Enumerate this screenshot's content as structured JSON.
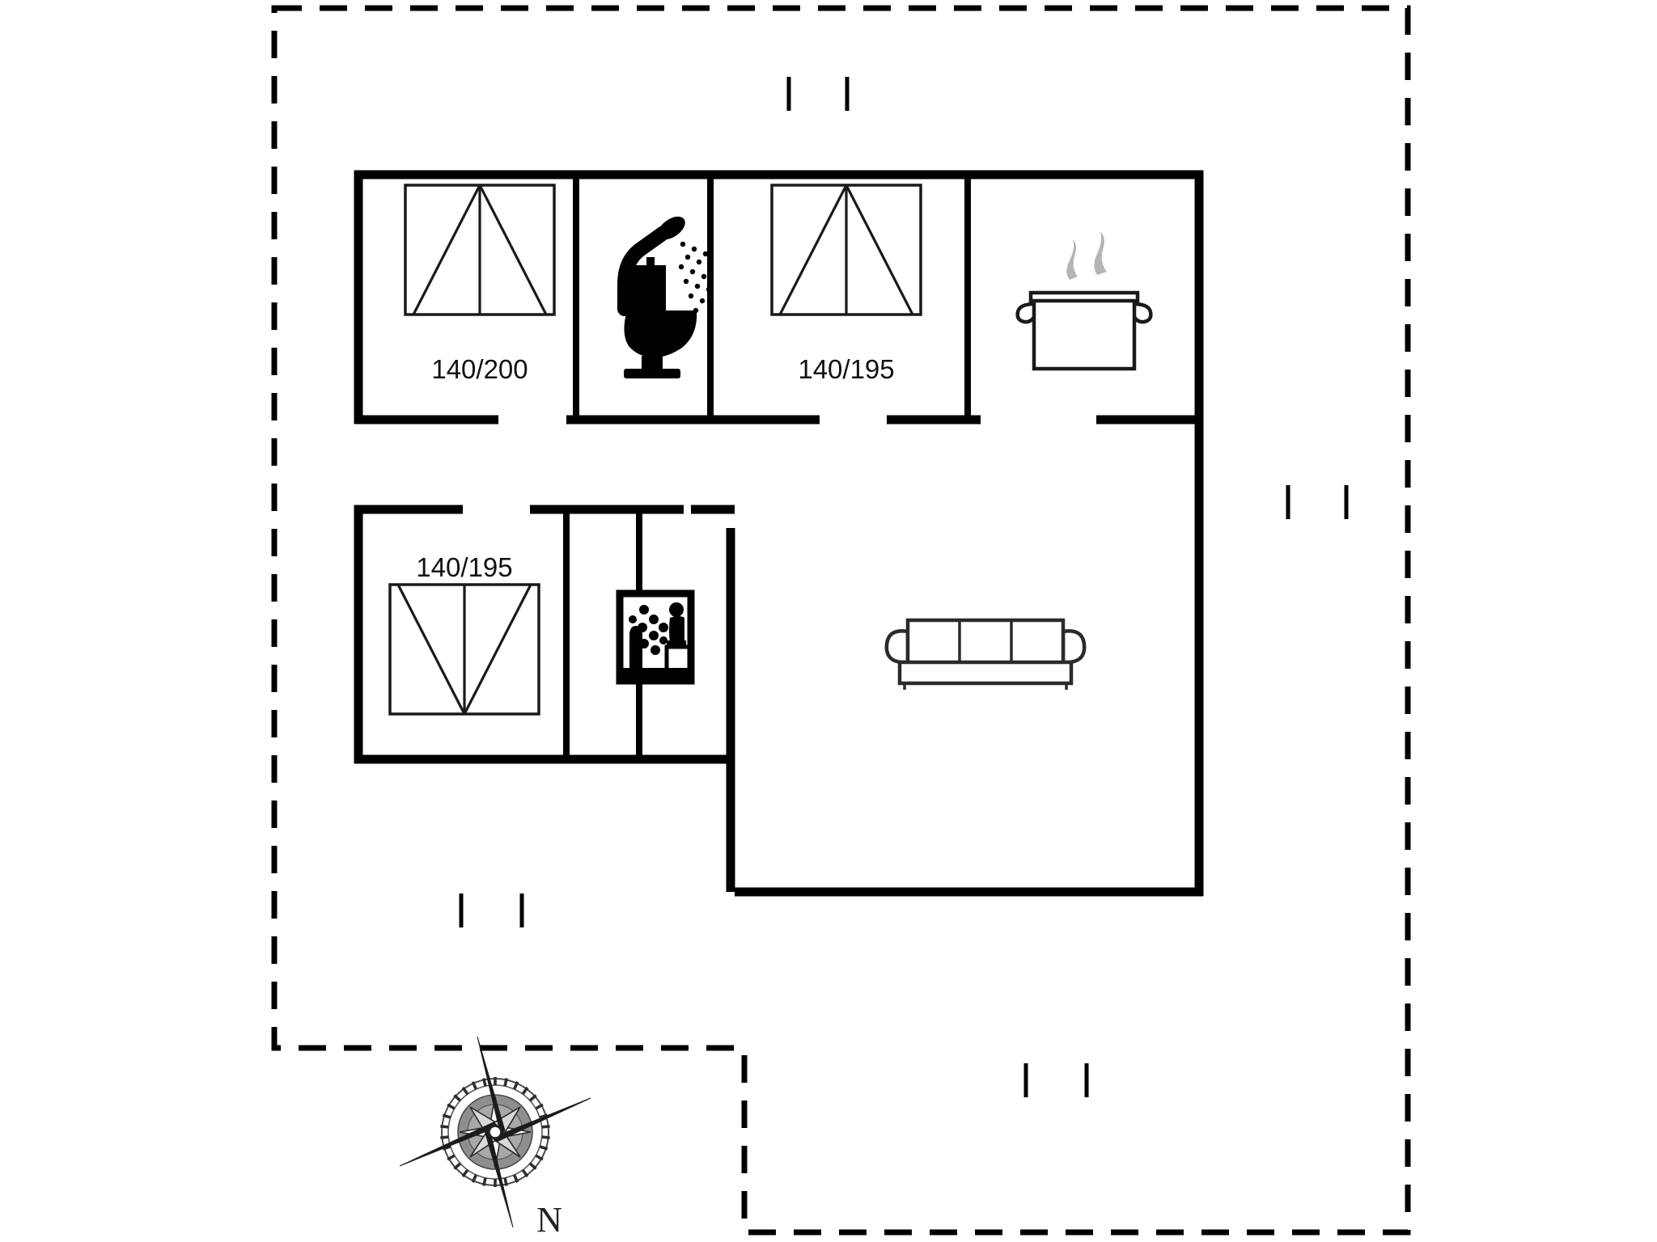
{
  "document": {
    "type": "floor-plan",
    "title": "Holiday House Floor Plan",
    "background_color": "#ffffff",
    "line_color": "#000000"
  },
  "compass": {
    "label": "N",
    "icon": "compass-rose-icon",
    "orientation": "north-up"
  },
  "rooms": [
    {
      "id": "bedroom-1",
      "name": "Bedroom 1",
      "bed_label": "140/200",
      "label_position": "below-bed",
      "icon": "double-bed-icon"
    },
    {
      "id": "bathroom",
      "name": "Bathroom",
      "bed_label": "",
      "icons": [
        "shower-icon",
        "toilet-icon"
      ]
    },
    {
      "id": "bedroom-2",
      "name": "Bedroom 2",
      "bed_label": "140/195",
      "label_position": "below-bed",
      "icon": "double-bed-icon"
    },
    {
      "id": "kitchen",
      "name": "Kitchen",
      "bed_label": "",
      "icon": "cooking-pot-icon"
    },
    {
      "id": "bedroom-3",
      "name": "Bedroom 3",
      "bed_label": "140/195",
      "label_position": "above-bed",
      "icon": "double-bed-icon"
    },
    {
      "id": "sauna",
      "name": "Sauna",
      "bed_label": "",
      "icon": "sauna-icon"
    },
    {
      "id": "living-room",
      "name": "Living Room",
      "bed_label": "",
      "icon": "sofa-icon"
    }
  ],
  "labels": {
    "bed_1": "140/200",
    "bed_2": "140/195",
    "bed_3": "140/195",
    "north": "N"
  },
  "window_marks": [
    {
      "id": "window-top",
      "count": 2
    },
    {
      "id": "window-right-upper",
      "count": 2
    },
    {
      "id": "window-left-lower",
      "count": 2
    },
    {
      "id": "window-bottom",
      "count": 2
    }
  ],
  "icons": {
    "bed": "double-bed-icon",
    "shower": "shower-icon",
    "toilet": "toilet-icon",
    "pot": "cooking-pot-icon",
    "sofa": "sofa-icon",
    "sauna": "sauna-icon",
    "compass": "compass-rose-icon"
  },
  "colors": {
    "wall": "#000000",
    "steam": "#b5b5b5",
    "furniture": "#2b2b2b",
    "text": "#111111",
    "paper": "#ffffff"
  }
}
